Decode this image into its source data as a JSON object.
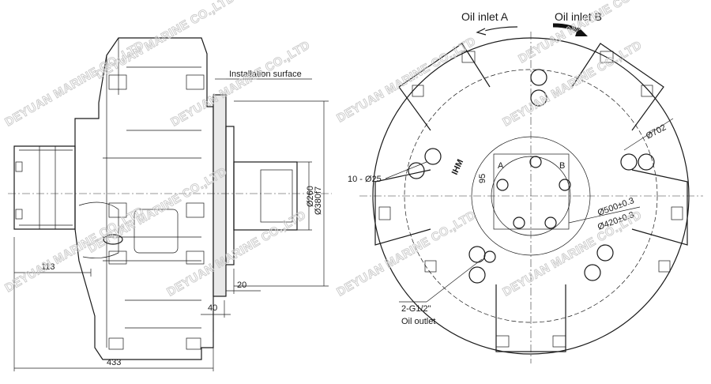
{
  "labels": {
    "installation_surface": "Installation surface",
    "oil_inlet_a": "Oil inlet A",
    "oil_inlet_b": "Oil inlet B",
    "oil_outlet_thread": "2-G1/2\"",
    "oil_outlet": "Oil outlet",
    "port_a": "A",
    "port_b": "B",
    "bolt_holes": "10 - Ø25",
    "brand_mark": "IHM"
  },
  "dimensions": {
    "overall_length": "433",
    "rear_offset": "113",
    "flange_thickness": "40",
    "shaft_step": "20",
    "shaft_diameter": "Ø260",
    "pilot_diameter": "Ø380f7",
    "outer_diameter": "Ø702",
    "bolt_circle": "Ø500±0.3",
    "port_circle": "Ø420±0.3",
    "port_spacing": "95"
  },
  "watermark": "DEYUAN MARINE CO.,LTD",
  "colors": {
    "line": "#1a1a1a",
    "watermark": "#c9c9c9",
    "arrow_b": "#111111"
  }
}
